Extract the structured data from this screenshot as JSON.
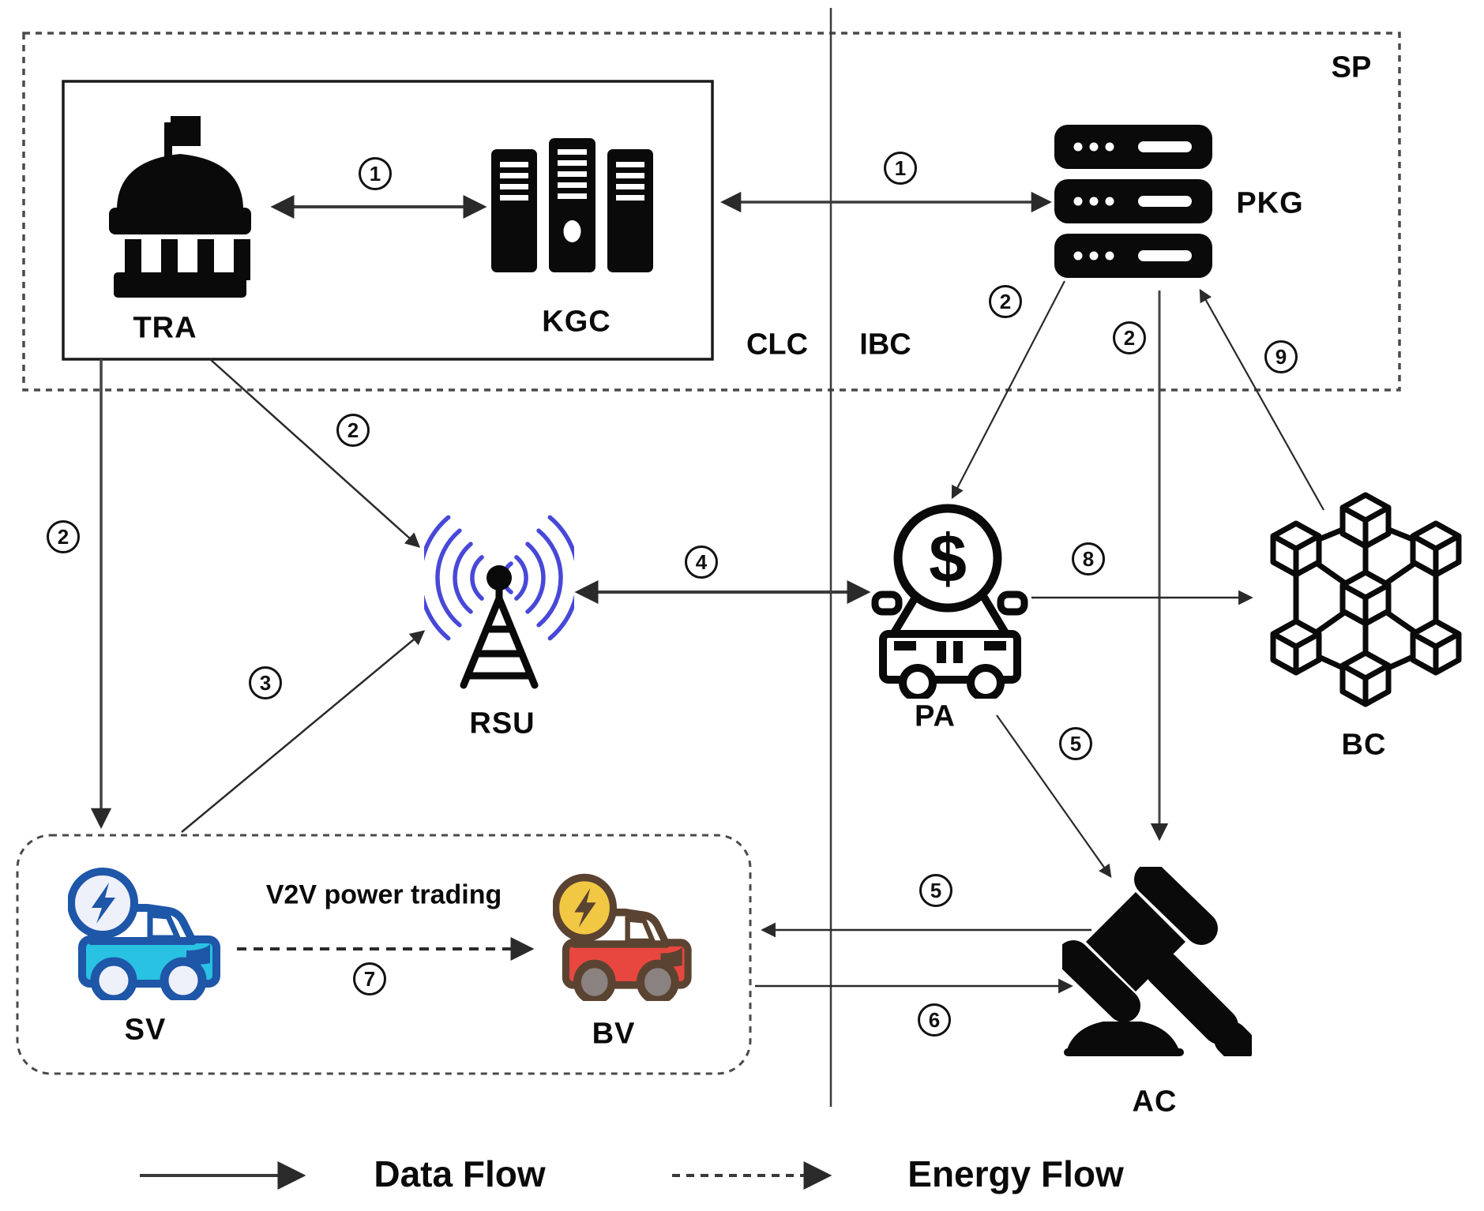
{
  "zones": {
    "sp_label": "SP",
    "clc_label": "CLC",
    "ibc_label": "IBC"
  },
  "nodes": {
    "tra": "TRA",
    "kgc": "KGC",
    "pkg": "PKG",
    "rsu": "RSU",
    "pa": "PA",
    "bc": "BC",
    "ac": "AC",
    "sv": "SV",
    "bv": "BV"
  },
  "pa_dollar": "$",
  "edge_labels": {
    "e1a": "1",
    "e1b": "1",
    "e2a": "2",
    "e2b": "2",
    "e2c": "2",
    "e2d": "2",
    "e3": "3",
    "e4": "4",
    "e5a": "5",
    "e5b": "5",
    "e6": "6",
    "e7": "7",
    "e8": "8",
    "e9": "9"
  },
  "annotations": {
    "v2v": "V2V power trading"
  },
  "legend": {
    "data_flow": "Data Flow",
    "energy_flow": "Energy Flow"
  },
  "colors": {
    "line": "#2a2a2a",
    "box_dash": "#4a4a4a",
    "wave_blue": "#4848d8",
    "sv_body": "#29c2e2",
    "sv_outline": "#1e56a8",
    "sv_wheel": "#eef0fa",
    "bv_body": "#e8473f",
    "bv_outline": "#5b4331",
    "bv_badge_yellow": "#f2c744",
    "bv_wheel_grey": "#8a8280"
  }
}
